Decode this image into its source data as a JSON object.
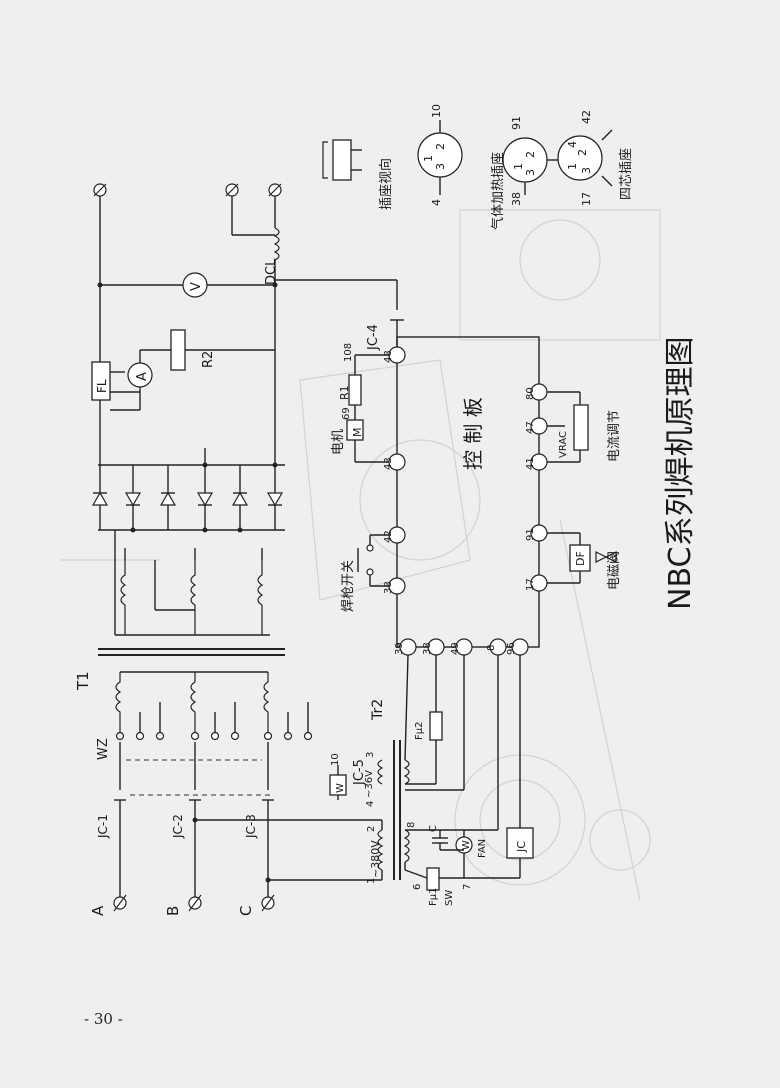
{
  "diagram": {
    "title": "NBC系列焊机原理图",
    "control_board": "控 制 板",
    "phases": [
      "A",
      "B",
      "C"
    ],
    "contactors": [
      "JC-1",
      "JC-2",
      "JC-3"
    ],
    "wz": "WZ",
    "main_transformer": "T1",
    "aux_transformer": "Tr2",
    "reactor": "DCL",
    "shunt": "FL",
    "ammeter": "A",
    "voltmeter": "V",
    "r2": "R2",
    "jc4": "JC-4",
    "jc5": "JC-5",
    "r1": "R1",
    "motor": "M",
    "motor_label": "电机",
    "torch_switch": "焊枪开关",
    "gas_valve": "电磁阀",
    "df": "DF",
    "current_adjust": "电流调节",
    "vrac": "VRAC",
    "fuse1": "Fμ1",
    "fuse2": "Fμ2",
    "sw": "SW",
    "capacitor": "C",
    "fan": "FAN",
    "fan_symbol": "W",
    "jc_coil": "JC",
    "v380": "~380V",
    "v36": "~36V",
    "socket_view": "插座视向",
    "gas_heat_socket": "气体加热插座",
    "four_pin_socket": "四芯插座"
  },
  "terminals": {
    "bottom": [
      "39",
      "38",
      "49",
      "8",
      "96"
    ],
    "top": [
      "38",
      "42",
      "43",
      "48"
    ],
    "right": [
      "17",
      "91",
      "41",
      "47",
      "80"
    ],
    "wire_108": "108",
    "wire_69": "69",
    "tr2_pins": [
      "1",
      "2",
      "3",
      "4",
      "6",
      "7",
      "8",
      "10"
    ]
  },
  "sockets": {
    "socket2": {
      "pins": [
        "1",
        "2",
        "3"
      ],
      "wires": [
        "4",
        "10"
      ]
    },
    "gas_heat": {
      "pins": [
        "1",
        "2",
        "3"
      ],
      "wires": [
        "91",
        "38"
      ]
    },
    "four_pin": {
      "pins": [
        "1",
        "2",
        "3",
        "4"
      ],
      "wires": [
        "42",
        "17"
      ]
    }
  },
  "page_number": "- 30 -",
  "colors": {
    "paper": "#efefef",
    "ink": "#222222",
    "ghost": "#d2d2d2"
  }
}
